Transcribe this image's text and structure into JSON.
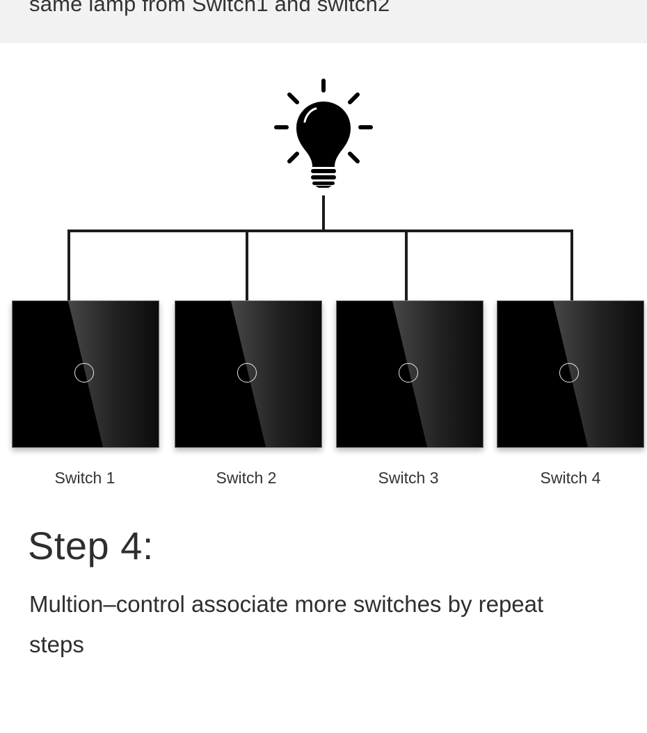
{
  "header": {
    "partial_text": "same lamp from Switch1 and switch2"
  },
  "diagram": {
    "lamp_icon": "lightbulb-icon",
    "wire_color": "#1c1c1c",
    "switches": [
      {
        "label": "Switch 1"
      },
      {
        "label": "Switch 2"
      },
      {
        "label": "Switch 3"
      },
      {
        "label": "Switch 4"
      }
    ]
  },
  "step": {
    "title": "Step 4:",
    "description": "Multion–control associate more switches by repeat steps"
  }
}
